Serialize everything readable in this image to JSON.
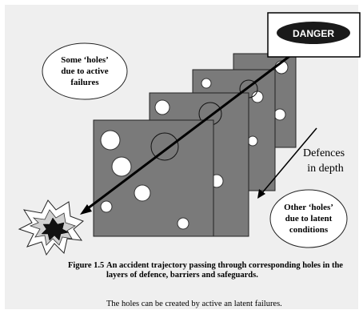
{
  "danger_sign": {
    "label": "DANGER"
  },
  "bubble_active": {
    "lines": [
      "Some ‘holes’",
      "due to active",
      "failures"
    ]
  },
  "bubble_latent": {
    "lines": [
      "Other ‘holes’",
      "due to latent",
      "conditions"
    ]
  },
  "defences_label": {
    "lines": [
      "Defences",
      "in depth"
    ]
  },
  "caption": {
    "number": "Figure 1.5",
    "title": "An accident trajectory passing through corresponding holes in the layers of defence, barriers and safeguards.",
    "note": "The holes can be created by active an latent failures."
  },
  "colors": {
    "slice_fill": "#7a7a7a",
    "panel_background": "#efefef",
    "danger_sign": "#1a1a1a"
  }
}
